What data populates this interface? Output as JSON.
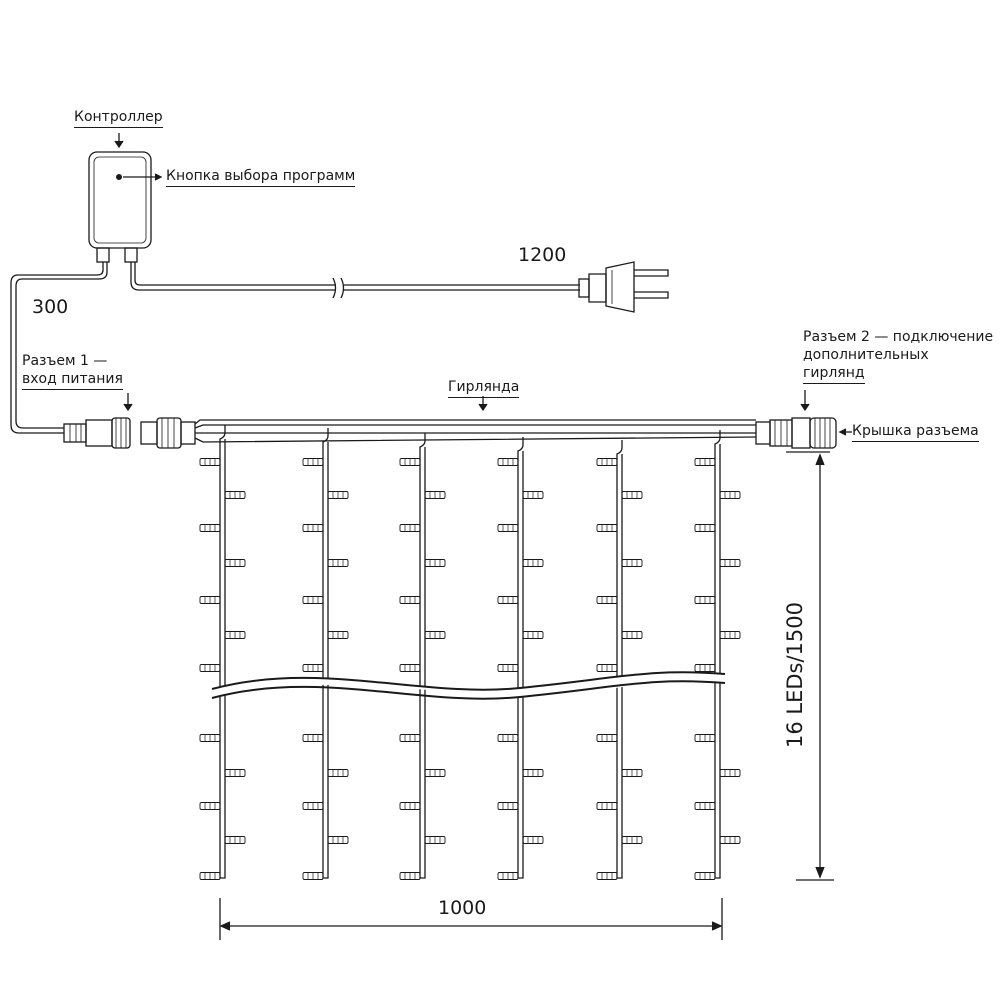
{
  "labels": {
    "controller": "Контроллер",
    "program_button": "Кнопка выбора программ",
    "connector1_line1": "Разъем 1 —",
    "connector1_line2": "вход питания",
    "garland": "Гирлянда",
    "connector2_line1": "Разъем 2 — подключение",
    "connector2_line2": "дополнительных",
    "connector2_line3": "гирлянд",
    "connector_cap": "Крышка разъема"
  },
  "dimensions": {
    "power_cable": "1200",
    "lead_cable": "300",
    "width": "1000",
    "height": "16 LEDs/1500"
  },
  "colors": {
    "line": "#1a1a1a",
    "background": "#ffffff"
  }
}
